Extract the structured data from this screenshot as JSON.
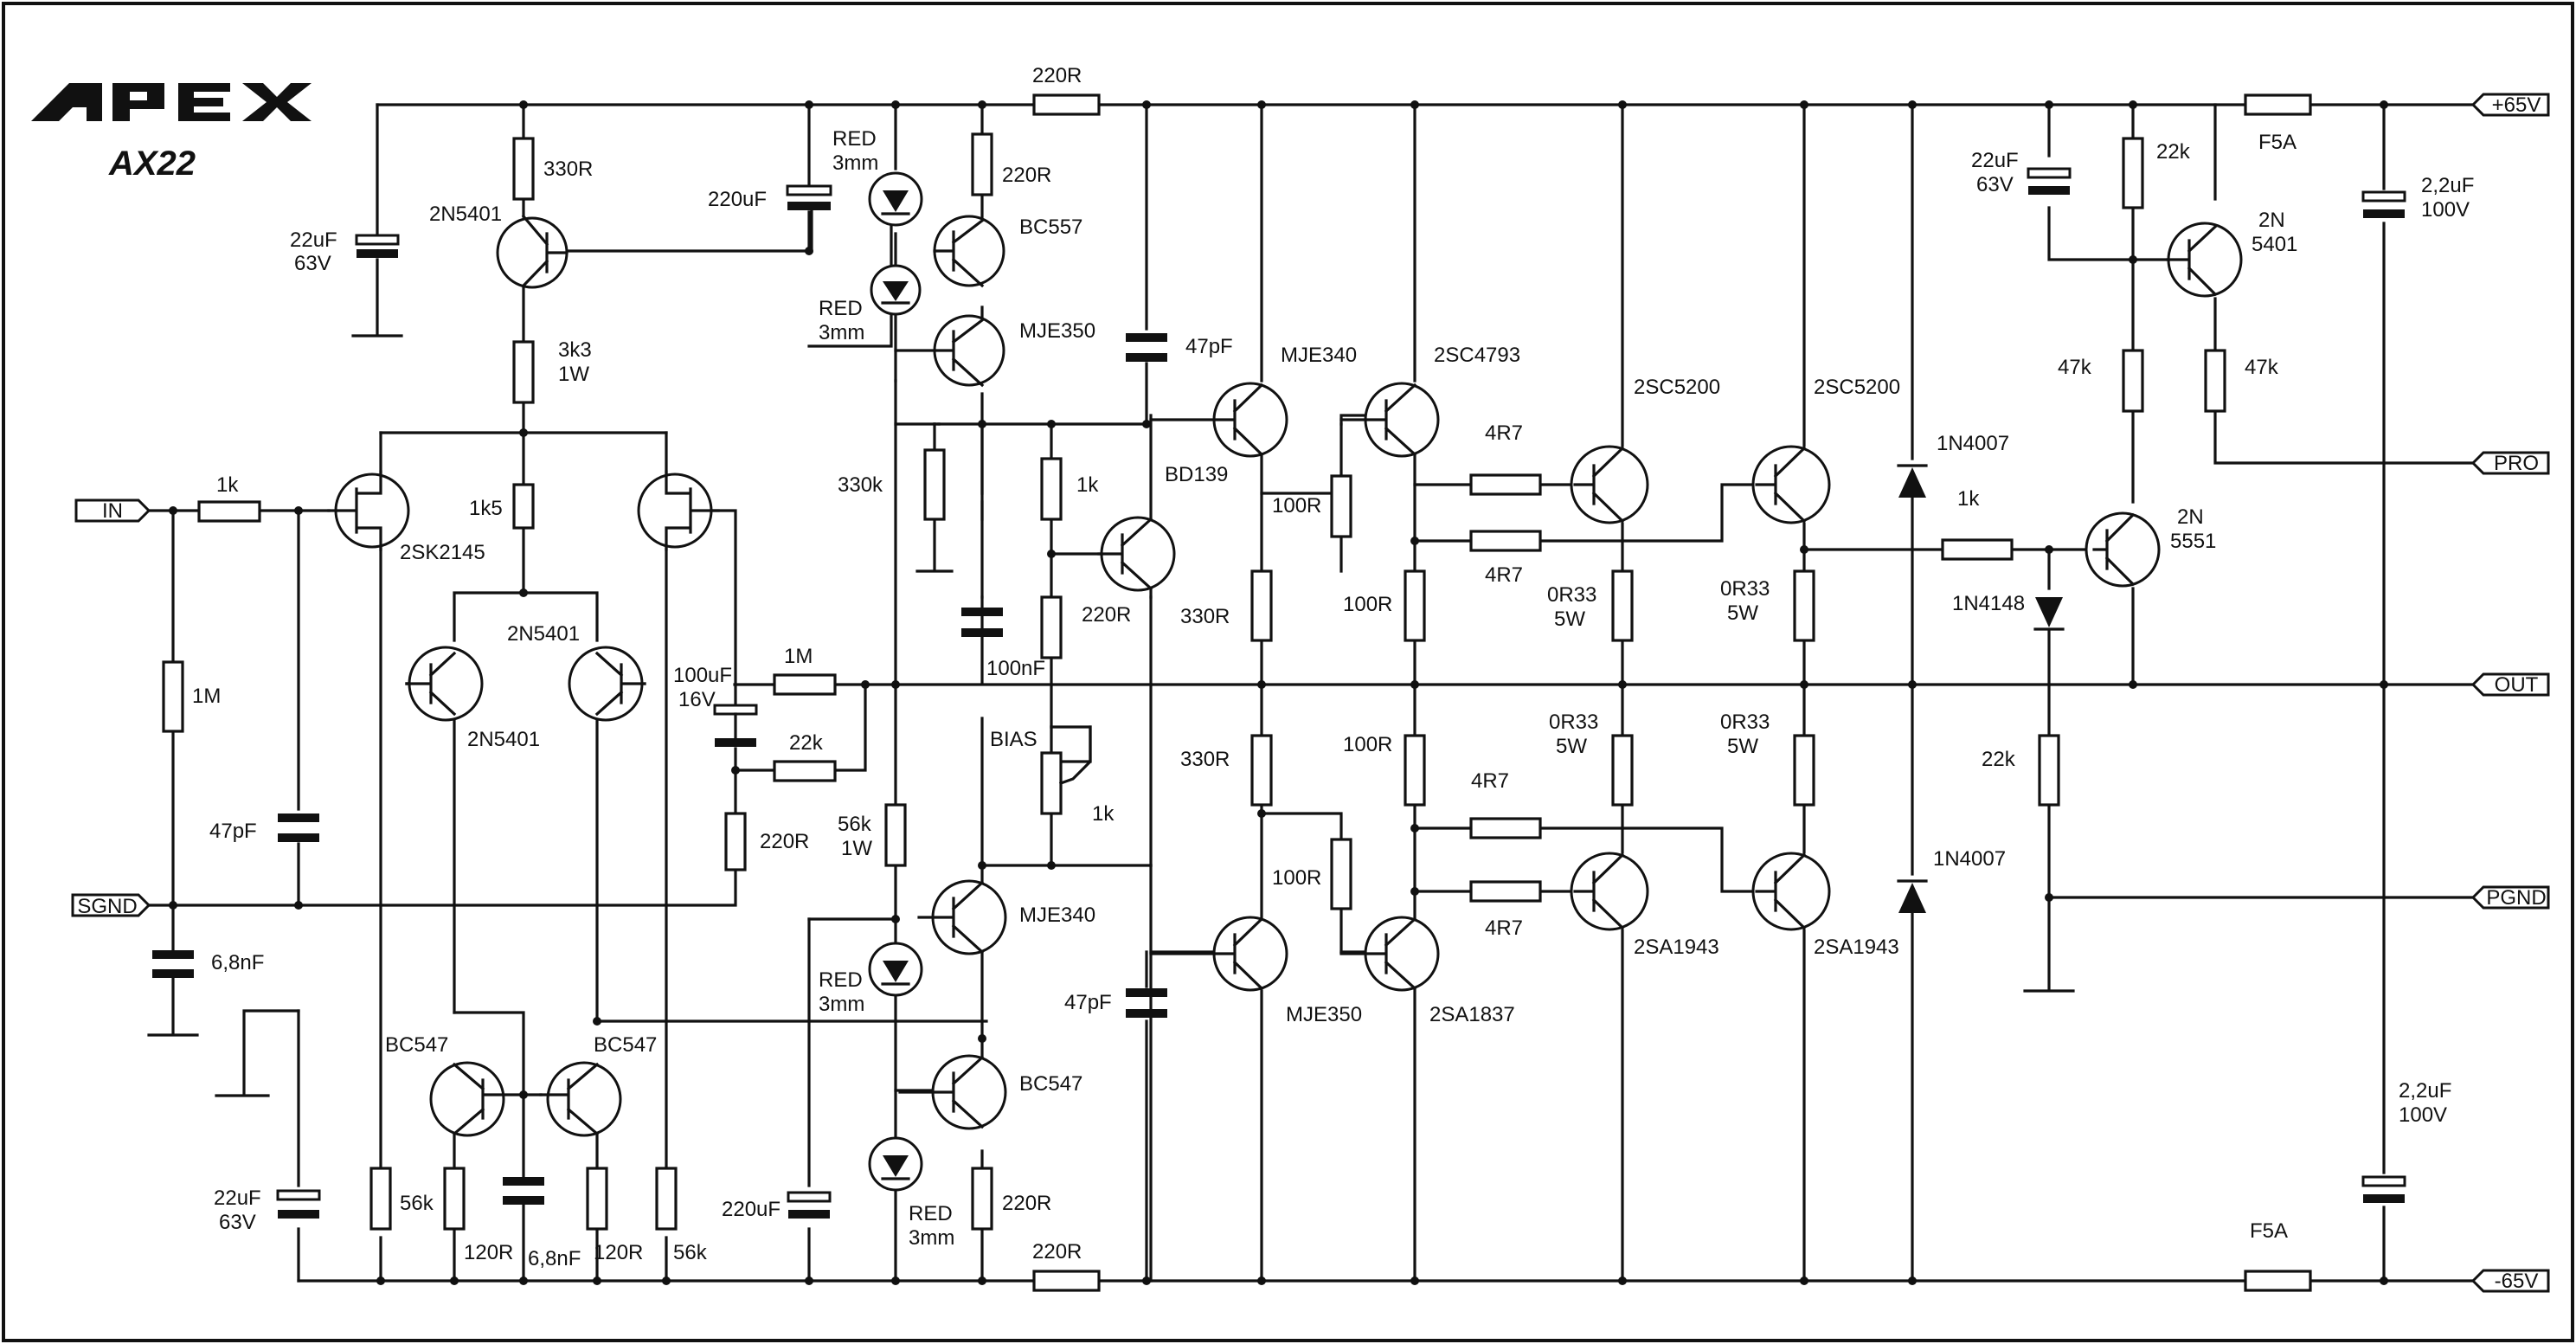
{
  "brand": {
    "logo": "APEX",
    "model": "AX22"
  },
  "rails": {
    "positive": "+65V",
    "negative": "-65V"
  },
  "ports": {
    "in": "IN",
    "sgnd": "SGND",
    "out": "OUT",
    "pgnd": "PGND",
    "pro": "PRO"
  },
  "labels": {
    "r_in_1k": "1k",
    "r_in_1m": "1M",
    "c_in_47pf": "47pF",
    "c_in_68nf": "6,8nF",
    "jfet_a": "2SK2145",
    "c_in_22uf_val": "22uF",
    "c_in_22uf_v": "63V",
    "q_ccs_top": "2N5401",
    "r_330r_top": "330R",
    "r_3k3_val": "3k3",
    "r_3k3_w": "1W",
    "r_1k5": "1k5",
    "q_ltp_r": "2N5401",
    "q_ltp_l": "2N5401",
    "c_fb_100uf_val": "100uF",
    "c_fb_100uf_v": "16V",
    "r_fb_1m": "1M",
    "r_fb_22k": "22k",
    "r_fb_220r": "220R",
    "q_cm_l": "BC547",
    "q_cm_r": "BC547",
    "r_56k_l": "56k",
    "r_120r_l": "120R",
    "c_68nf_b": "6,8nF",
    "r_120r_r": "120R",
    "r_56k_r": "56k",
    "c_lo_22uf_val": "22uF",
    "c_lo_22uf_v": "63V",
    "c_220uf_top": "220uF",
    "led_top1_a": "RED",
    "led_top1_b": "3mm",
    "led_top2_a": "RED",
    "led_top2_b": "3mm",
    "r_220r_bc557": "220R",
    "q_bc557": "BC557",
    "q_mje350_top": "MJE350",
    "r_220r_rail_top": "220R",
    "r_330k": "330k",
    "c_100nf": "100nF",
    "r_1k_bias": "1k",
    "r_220r_bias": "220R",
    "q_bd139": "BD139",
    "bias_label": "BIAS",
    "bias_pot": "1k",
    "r_56k_1w_val": "56k",
    "r_56k_1w_w": "1W",
    "q_mje340_lo": "MJE340",
    "led_lo1_a": "RED",
    "led_lo1_b": "3mm",
    "q_bc547_lo": "BC547",
    "c_220uf_lo": "220uF",
    "led_lo2_a": "RED",
    "led_lo2_b": "3mm",
    "r_220r_lo": "220R",
    "r_220r_rail_lo": "220R",
    "c_47pf_top": "47pF",
    "c_47pf_lo": "47pF",
    "q_mje340_drv": "MJE340",
    "r_100r_drv_top": "100R",
    "r_330r_a": "330R",
    "r_330r_b": "330R",
    "r_100r_drv_lo": "100R",
    "q_mje350_drv": "MJE350",
    "q_2sc4793": "2SC4793",
    "q_2sa1837": "2SA1837",
    "r_100r_mid_top": "100R",
    "r_100r_mid_lo": "100R",
    "r_4r7_a": "4R7",
    "r_4r7_b": "4R7",
    "r_4r7_c": "4R7",
    "r_4r7_d": "4R7",
    "q_2sc5200_a": "2SC5200",
    "q_2sc5200_b": "2SC5200",
    "q_2sa1943_a": "2SA1943",
    "q_2sa1943_b": "2SA1943",
    "r_0r33_a_val": "0R33",
    "r_0r33_a_w": "5W",
    "r_0r33_b_val": "0R33",
    "r_0r33_b_w": "5W",
    "r_0r33_c_val": "0R33",
    "r_0r33_c_w": "5W",
    "r_0r33_d_val": "0R33",
    "r_0r33_d_w": "5W",
    "d_1n4007_top": "1N4007",
    "d_1n4007_lo": "1N4007",
    "r_prot_1k": "1k",
    "d_1n4148": "1N4148",
    "r_prot_22k": "22k",
    "c_prot_22uf_val": "22uF",
    "c_prot_22uf_v": "63V",
    "r_prot_22k_top": "22k",
    "q_prot_pnp_a": "2N",
    "q_prot_pnp_b": "5401",
    "r_prot_47k_a": "47k",
    "r_prot_47k_b": "47k",
    "q_prot_npn_a": "2N",
    "q_prot_npn_b": "5551",
    "fuse_top": "F5A",
    "fuse_lo": "F5A",
    "c_rail_top_val": "2,2uF",
    "c_rail_top_v": "100V",
    "c_rail_lo_val": "2,2uF",
    "c_rail_lo_v": "100V"
  }
}
